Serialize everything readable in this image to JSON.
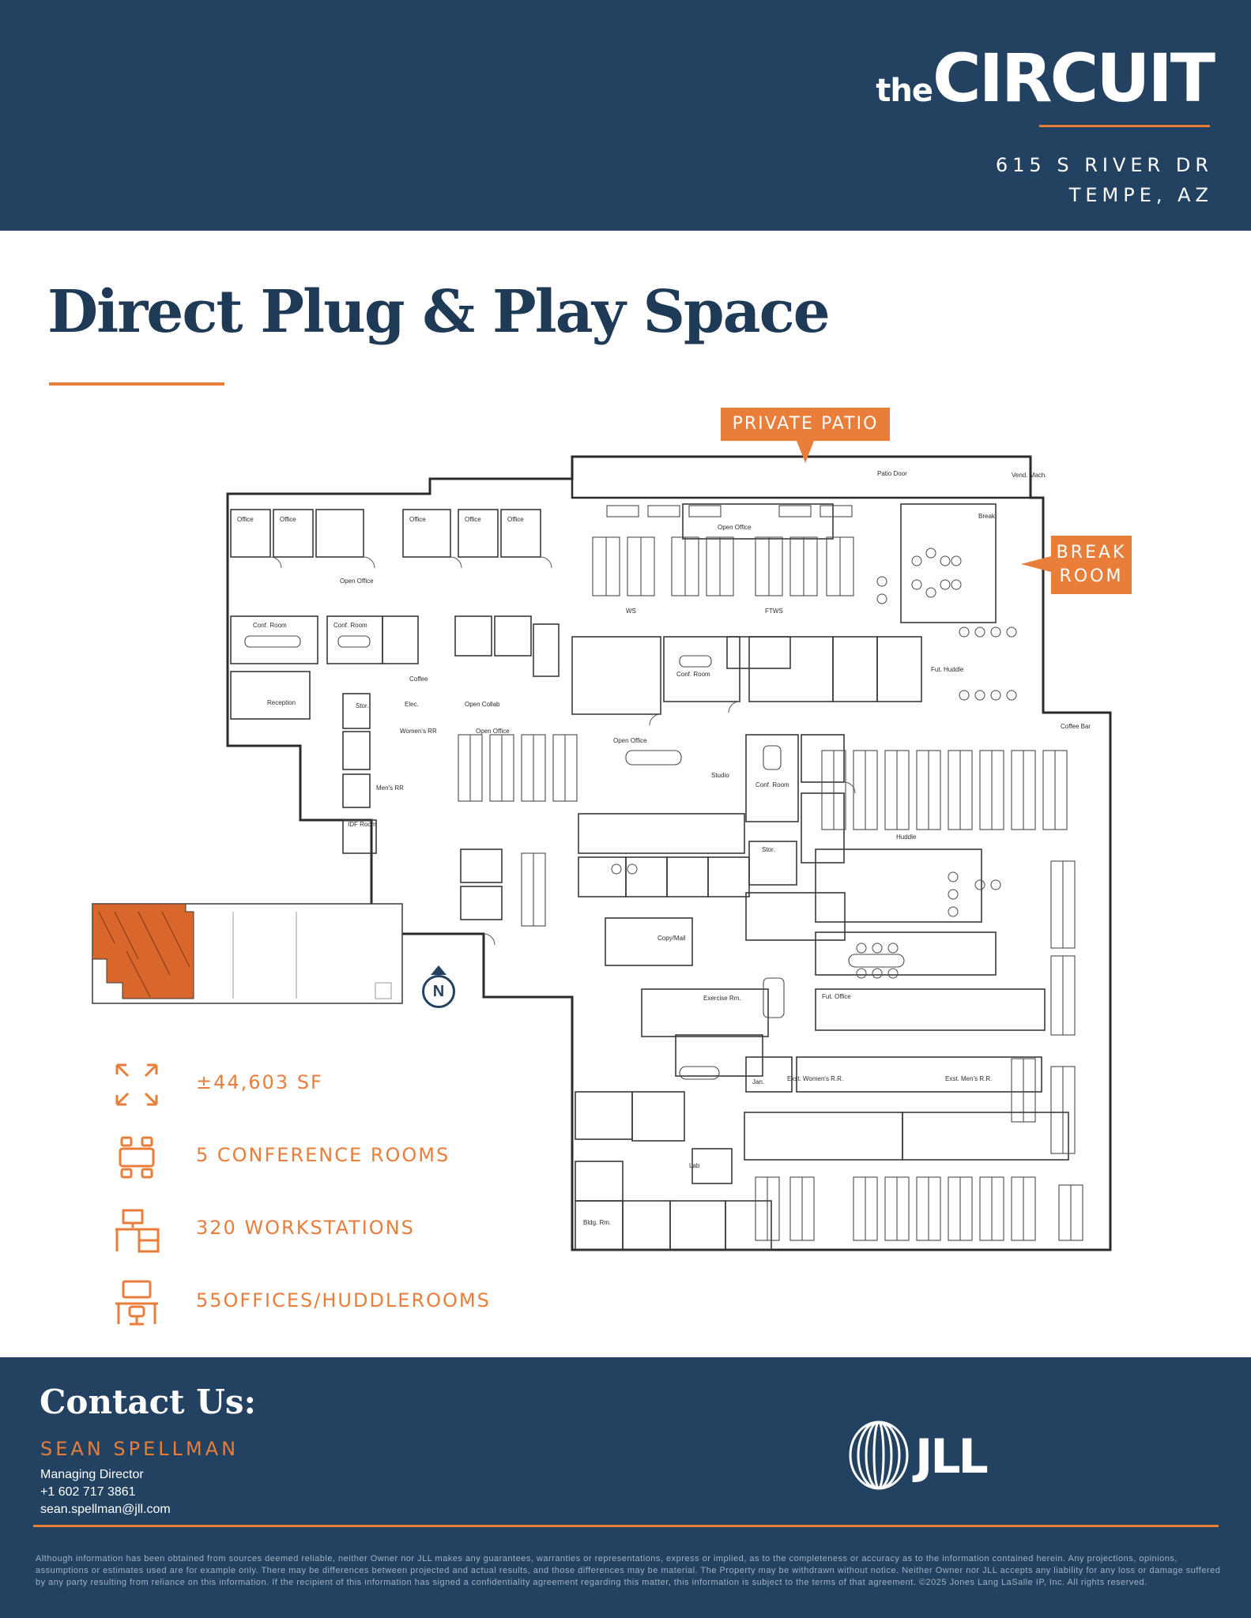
{
  "header": {
    "logo_the": "the",
    "logo_circuit": "CIRCUIT",
    "address_line1": "615 S RIVER DR",
    "address_line2": "TEMPE, AZ"
  },
  "title": "Direct Plug & Play Space",
  "callouts": {
    "patio": "PRIVATE PATIO",
    "break_line1": "BREAK",
    "break_line2": "ROOM"
  },
  "plan_labels": {
    "north": "N",
    "open_office": "Open Office",
    "office": "Office",
    "conf_room": "Conf. Room",
    "reception": "Reception",
    "studio": "Studio",
    "stor": "Stor.",
    "ws": "WS",
    "ftws": "FTWS",
    "huddle": "Huddle",
    "coffee": "Coffee",
    "break": "Break",
    "elec": "Elec.",
    "patio_door": "Patio Door",
    "copy_mail": "Copy/Mail",
    "exercise": "Exercise Rm.",
    "lab": "Lab",
    "coffee_bar": "Coffee Bar",
    "fut_office": "Fut. Office",
    "fut_huddle": "Fut. Huddle",
    "open_collab": "Open Collab",
    "idf": "IDF Room",
    "womens": "Women's RR",
    "mens": "Men's RR",
    "ext_womens": "Exst. Women's R.R.",
    "ext_mens": "Exst. Men's R.R.",
    "jan": "Jan.",
    "vend": "Vend. Mach.",
    "bldg": "Bldg. Rm."
  },
  "stats": [
    {
      "icon": "expand-arrows-icon",
      "text": "±44,603 SF"
    },
    {
      "icon": "conference-table-icon",
      "text": "5 CONFERENCE ROOMS"
    },
    {
      "icon": "workstation-desk-icon",
      "text": "320 WORKSTATIONS"
    },
    {
      "icon": "office-chair-desk-icon",
      "text": "55OFFICES/HUDDLEROOMS"
    }
  ],
  "contact": {
    "heading": "Contact Us:",
    "name": "SEAN SPELLMAN",
    "role": "Managing Director",
    "phone": "+1 602 717 3861",
    "email": "sean.spellman@jll.com"
  },
  "brand": {
    "name": "JLL"
  },
  "disclaimer": "Although information has been obtained from sources deemed reliable, neither Owner nor JLL makes any guarantees, warranties or representations, express or implied, as to the completeness or accuracy as to the information contained herein. Any projections, opinions, assumptions or estimates used are for example only. There may be differences between projected and actual results, and those differences may be material. The Property may be withdrawn without notice. Neither Owner nor JLL accepts any liability for any loss or damage suffered by any party resulting from reliance on this information. If the recipient of this information has signed a confidentiality agreement regarding this matter, this information is subject to the terms of that agreement. ©2025 Jones Lang LaSalle IP, Inc. All rights reserved.",
  "colors": {
    "navy": "#234261",
    "orange": "#e97d3a",
    "title_navy": "#1e3a56"
  }
}
